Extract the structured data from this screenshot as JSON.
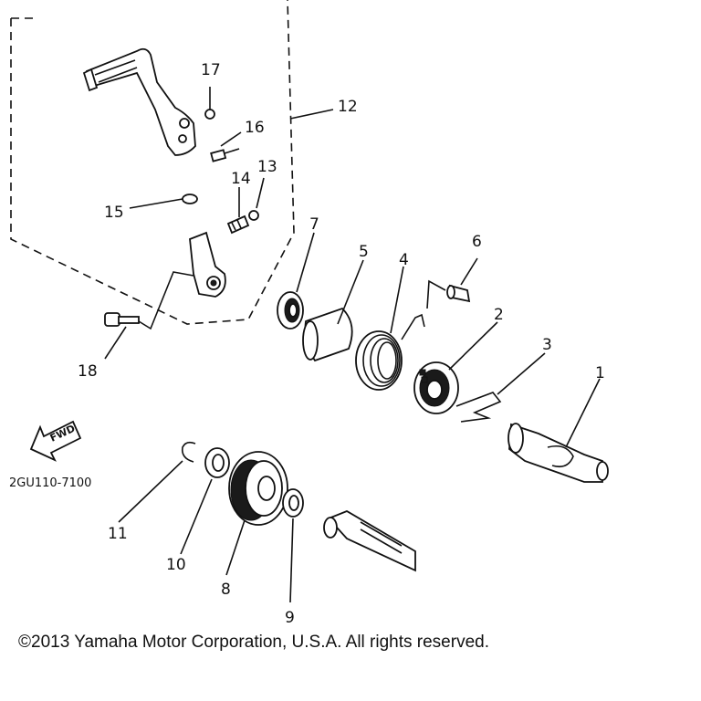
{
  "diagram": {
    "part_code": "2GU110-7100",
    "fwd_label": "FWD",
    "copyright": "©2013 Yamaha Motor Corporation, U.S.A. All rights reserved.",
    "callouts": {
      "c1": "1",
      "c2": "2",
      "c3": "3",
      "c4": "4",
      "c5": "5",
      "c6": "6",
      "c7": "7",
      "c8": "8",
      "c9": "9",
      "c10": "10",
      "c11": "11",
      "c12": "12",
      "c13": "13",
      "c14": "14",
      "c15": "15",
      "c16": "16",
      "c17": "17",
      "c18": "18"
    }
  }
}
